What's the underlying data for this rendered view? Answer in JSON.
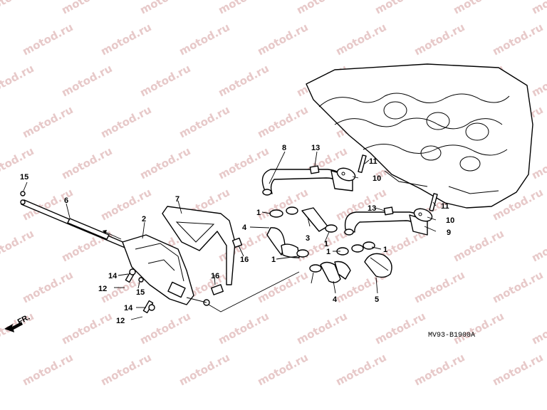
{
  "watermark": "motod.ru",
  "diagram_code": "MV93-B1900A",
  "front_indicator": "FR.",
  "callouts": {
    "c1": "1",
    "c2": "2",
    "c3": "3",
    "c4": "4",
    "c5": "5",
    "c6": "6",
    "c7": "7",
    "c8": "8",
    "c9": "9",
    "c10": "10",
    "c11": "11",
    "c12": "12",
    "c13": "13",
    "c14": "14",
    "c15": "15",
    "c16": "16"
  }
}
